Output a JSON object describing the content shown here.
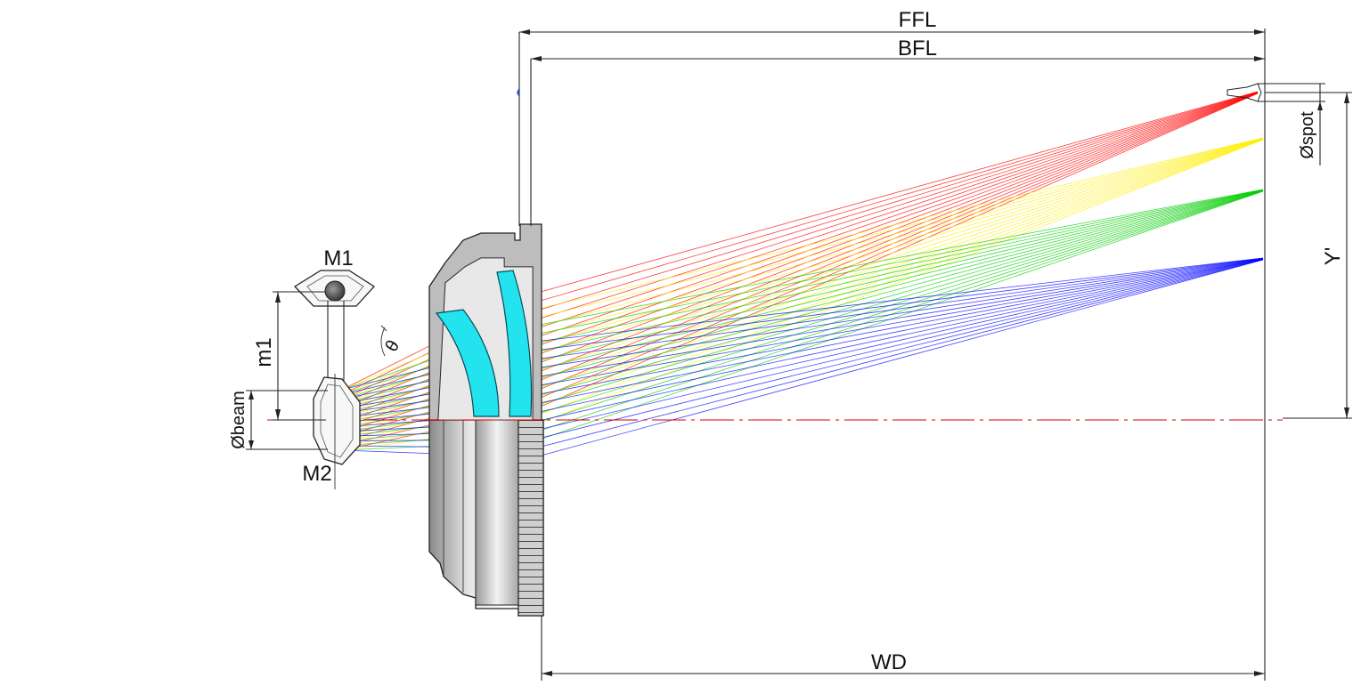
{
  "diagram": {
    "labels": {
      "ffl": "FFL",
      "bfl": "BFL",
      "wd": "WD",
      "m1": "M1",
      "m2": "M2",
      "m1_dist": "m1",
      "beam": "Øbeam",
      "spot": "Øspot",
      "y_image": "Y'",
      "theta": "θ"
    },
    "colors": {
      "field_1": "#ff0000",
      "field_2": "#ffee00",
      "field_3": "#00cc00",
      "field_4": "#0000ff",
      "lens_glass": "#22e3ee",
      "axis": "#d40000"
    }
  }
}
